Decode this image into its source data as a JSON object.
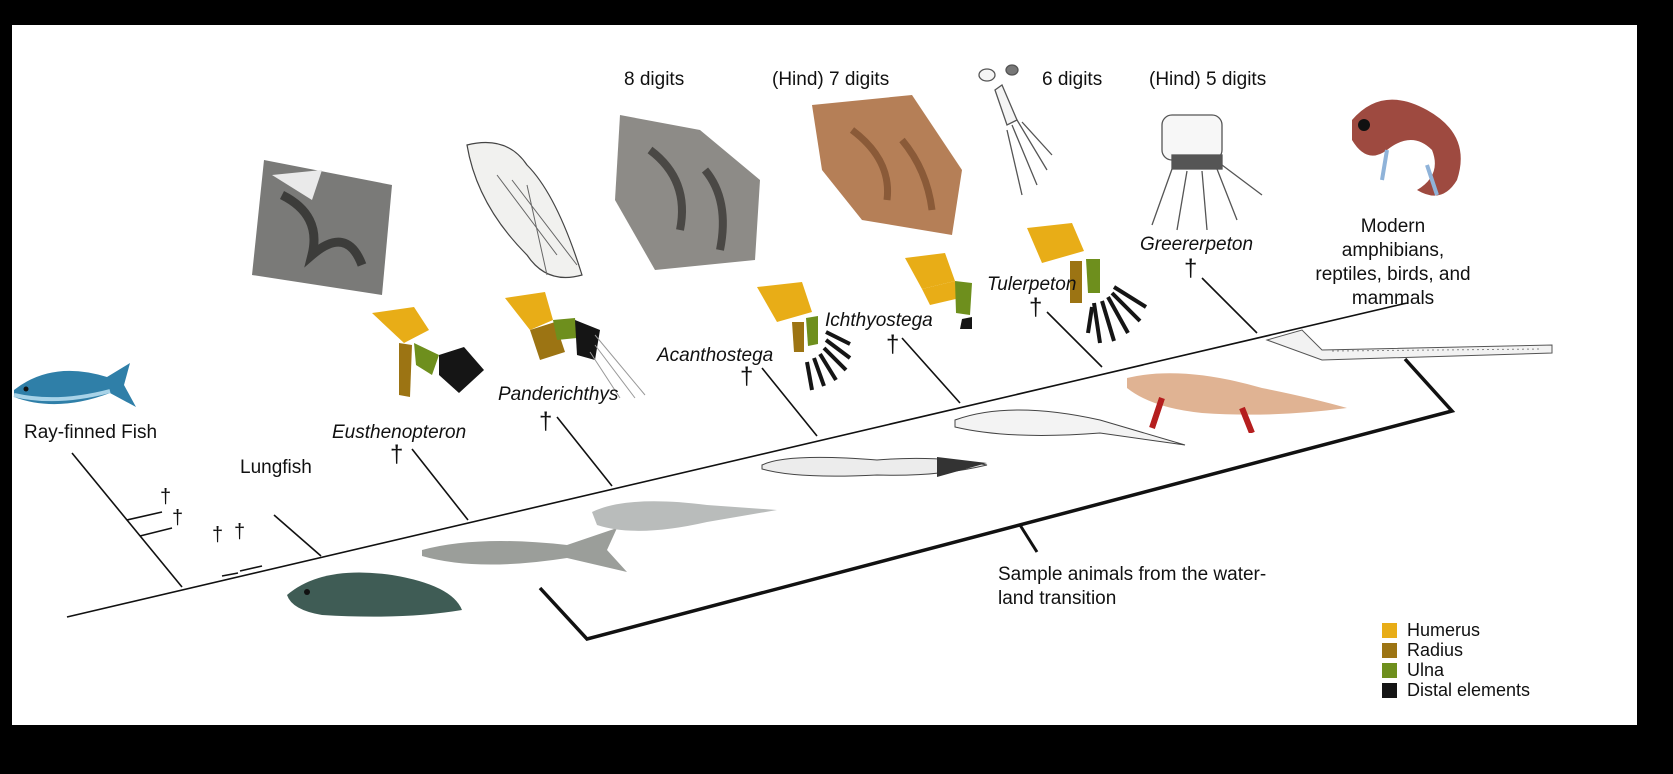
{
  "taxa": {
    "ray_finned_fish": "Ray-finned Fish",
    "lungfish": "Lungfish",
    "eusthenopteron": "Eusthenopteron",
    "panderichthys": "Panderichthys",
    "acanthostega": "Acanthostega",
    "ichthyostega": "Ichthyostega",
    "tulerpeton": "Tulerpeton",
    "greererpeton": "Greererpeton",
    "modern": "Modern amphibians, reptiles, birds, and mammals"
  },
  "digits": {
    "eight": "8 digits",
    "seven": "(Hind) 7 digits",
    "six": "6 digits",
    "five": "(Hind) 5 digits"
  },
  "extinct_symbol": "†",
  "sample_caption": "Sample animals from the water-land transition",
  "legend": [
    {
      "label": "Humerus",
      "color": "#e8ad17"
    },
    {
      "label": "Radius",
      "color": "#9c7413"
    },
    {
      "label": "Ulna",
      "color": "#6e8f1d"
    },
    {
      "label": "Distal elements",
      "color": "#151515"
    }
  ]
}
